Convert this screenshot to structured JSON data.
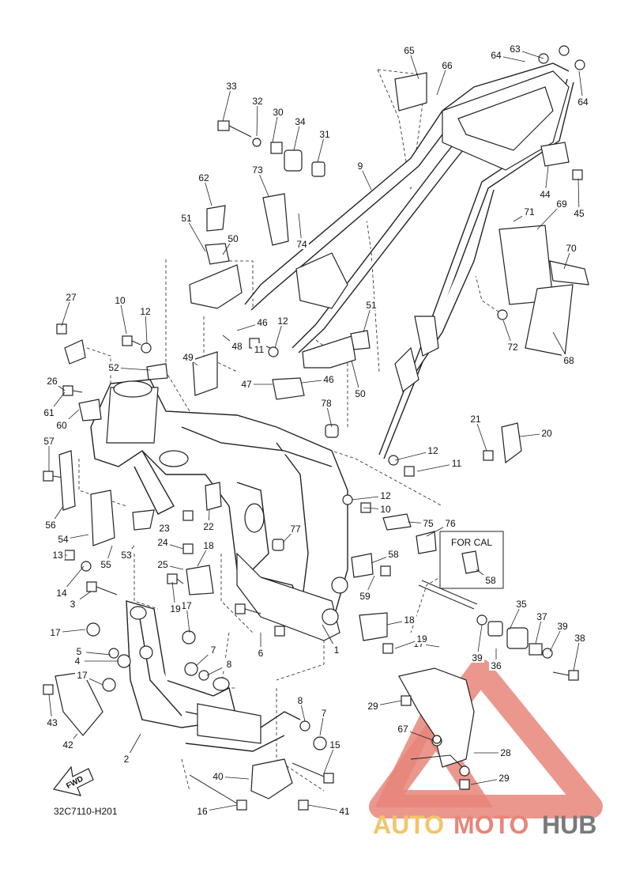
{
  "diagram_code": "32C7110-H201",
  "fwd_label": "FWD",
  "callout_box_label": "FOR CAL",
  "watermark": {
    "text_auto": "AUTO",
    "text_moto": "MOTO",
    "text_hub": "HUB",
    "color_red": "#e8857a",
    "color_gold": "#f2c56b",
    "color_gray": "#7a7a7a"
  },
  "part_labels": [
    "1",
    "2",
    "3",
    "4",
    "5",
    "6",
    "7",
    "7",
    "8",
    "8",
    "9",
    "10",
    "10",
    "11",
    "11",
    "12",
    "12",
    "12",
    "12",
    "13",
    "14",
    "15",
    "16",
    "17",
    "17",
    "17",
    "17",
    "18",
    "18",
    "19",
    "19",
    "20",
    "21",
    "22",
    "23",
    "24",
    "25",
    "26",
    "27",
    "28",
    "29",
    "29",
    "30",
    "31",
    "32",
    "33",
    "34",
    "35",
    "36",
    "37",
    "38",
    "39",
    "39",
    "40",
    "41",
    "42",
    "43",
    "44",
    "45",
    "46",
    "46",
    "47",
    "48",
    "49",
    "50",
    "50",
    "51",
    "51",
    "52",
    "53",
    "54",
    "55",
    "56",
    "57",
    "58",
    "58",
    "59",
    "60",
    "61",
    "62",
    "63",
    "64",
    "64",
    "65",
    "66",
    "67",
    "68",
    "69",
    "70",
    "71",
    "72",
    "73",
    "74",
    "75",
    "76",
    "77",
    "78"
  ]
}
